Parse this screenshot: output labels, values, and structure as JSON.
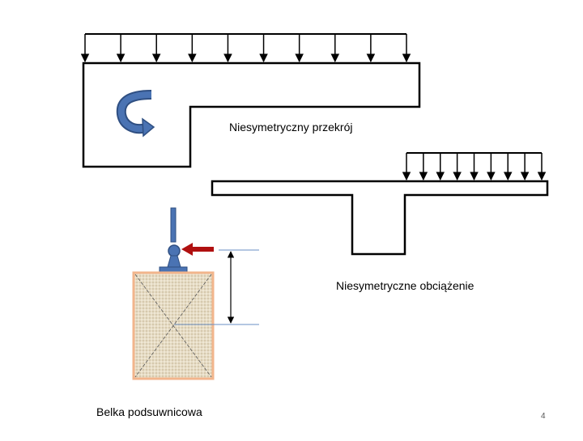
{
  "slide": {
    "labels": {
      "asymmetric_section": "Niesymetryczny przekrój",
      "asymmetric_load": "Niesymetryczne obciążenie",
      "crane_beam": "Belka podsuwnicowa"
    },
    "page_number": "4"
  },
  "colors": {
    "outline": "#000000",
    "twist_arrow": "#4a73b3",
    "twist_arrow_edge": "#2f4f82",
    "rail_blue": "#4a73b3",
    "horizontal_force": "#b01010",
    "column_fill": "#e6dcc6",
    "column_border": "#f2b58c",
    "dim_line": "#6a8fc4"
  }
}
